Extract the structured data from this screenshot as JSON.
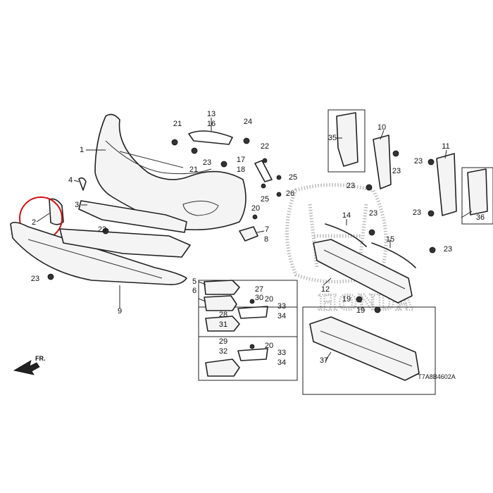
{
  "diagram": {
    "callouts": {
      "n1": "1",
      "n2": "2",
      "n3": "3",
      "n4": "4",
      "n5": "5",
      "n6": "6",
      "n7": "7",
      "n8": "8",
      "n9": "9",
      "n10": "10",
      "n11": "11",
      "n12": "12",
      "n13": "13",
      "n14": "14",
      "n15": "15",
      "n16": "16",
      "n17": "17",
      "n18": "18",
      "n19a": "19",
      "n19b": "19",
      "n20a": "20",
      "n20b": "20",
      "n20c": "20",
      "n21a": "21",
      "n21b": "21",
      "n22": "22",
      "n23a": "23",
      "n23b": "23",
      "n23c": "23",
      "n23d": "23",
      "n23e": "23",
      "n23f": "23",
      "n23g": "23",
      "n23h": "23",
      "n23i": "23",
      "n24": "24",
      "n25a": "25",
      "n25b": "25",
      "n26": "26",
      "n27": "27",
      "n28": "28",
      "n29": "29",
      "n30": "30",
      "n31": "31",
      "n32": "32",
      "n33a": "33",
      "n33b": "33",
      "n34a": "34",
      "n34b": "34",
      "n35": "35",
      "n36": "36",
      "n37": "37"
    },
    "diagram_code": "T7A8B4602A",
    "direction_label": "FR.",
    "highlight_color": "#d11111"
  },
  "logo": {
    "text": "HONDA"
  }
}
